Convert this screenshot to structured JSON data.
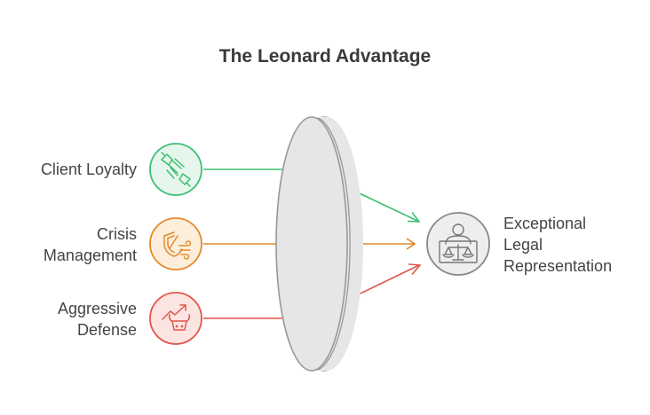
{
  "title": "The Leonard Advantage",
  "inputs": [
    {
      "label_lines": [
        "Client Loyalty"
      ],
      "icon": "handshake-icon",
      "color": "#3cbf72",
      "fill": "#e7f6ec"
    },
    {
      "label_lines": [
        "Crisis",
        "Management"
      ],
      "icon": "shield-wind-icon",
      "color": "#e08a2c",
      "fill": "#fdeedb"
    },
    {
      "label_lines": [
        "Aggressive",
        "Defense"
      ],
      "icon": "bull-trend-icon",
      "color": "#e0554a",
      "fill": "#fce4e2"
    }
  ],
  "output": {
    "label_lines": [
      "Exceptional",
      "Legal",
      "Representation"
    ],
    "icon": "judge-scales-icon",
    "color": "#888888",
    "fill": "#eeeeee"
  },
  "lens": {
    "fill": "#e6e6e6",
    "stroke": "#999999"
  }
}
